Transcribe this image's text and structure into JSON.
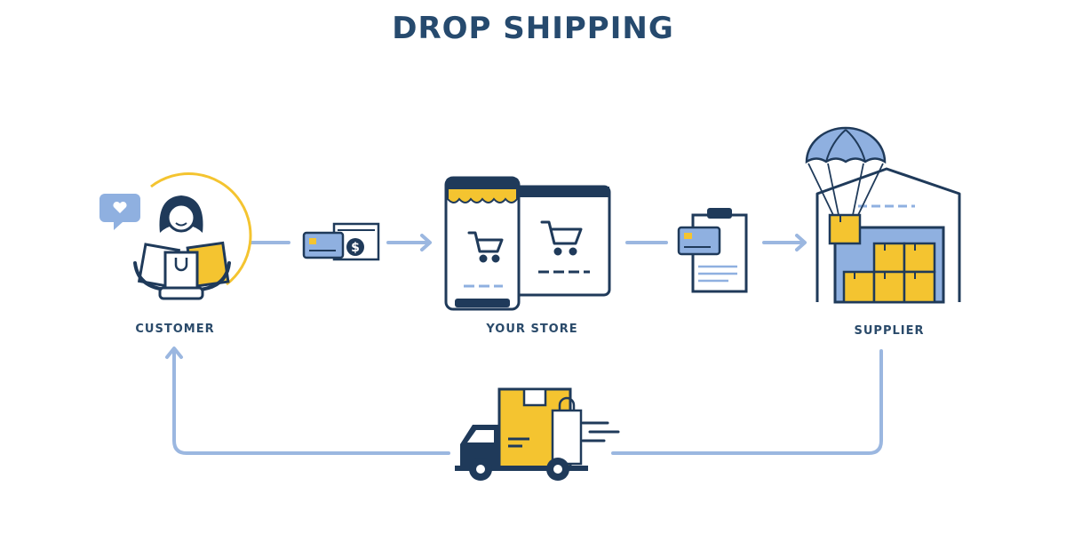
{
  "title": "DROP SHIPPING",
  "labels": {
    "customer": "CUSTOMER",
    "store": "YOUR STORE",
    "supplier": "SUPPLIER"
  },
  "colors": {
    "navy": "#1f3a5a",
    "yellow": "#f4c430",
    "light_blue": "#8fb0e0",
    "arrow_blue": "#9bb7e0"
  }
}
